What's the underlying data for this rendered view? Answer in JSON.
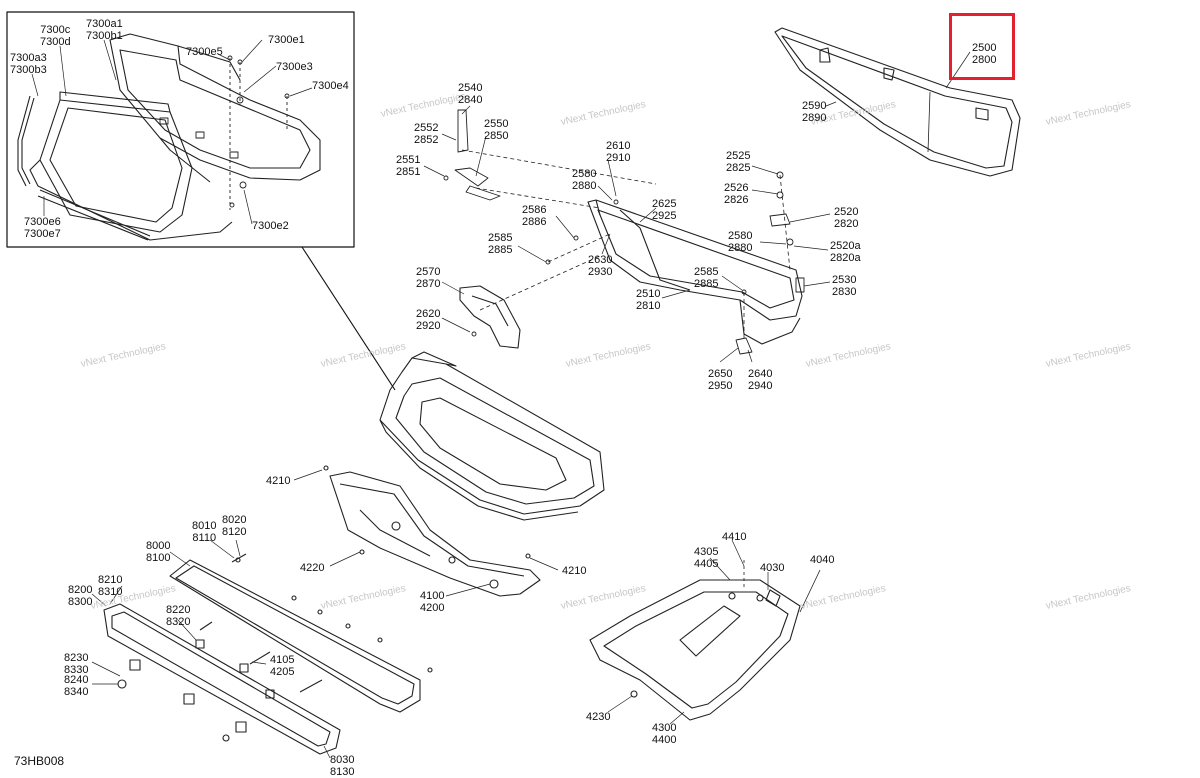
{
  "diagram_code": "73HB008",
  "watermark_line1": "vNext",
  "watermark_line2": "Technologies",
  "highlight_color": "#e3202b",
  "callouts": {
    "c7300c": [
      "7300c",
      "7300d"
    ],
    "c7300a1": [
      "7300a1",
      "7300b1"
    ],
    "c7300a3": [
      "7300a3",
      "7300b3"
    ],
    "c7300e5": [
      "7300e5"
    ],
    "c7300e1": [
      "7300e1"
    ],
    "c7300e3": [
      "7300e3"
    ],
    "c7300e4": [
      "7300e4"
    ],
    "c7300e6": [
      "7300e6",
      "7300e7"
    ],
    "c7300e2": [
      "7300e2"
    ],
    "c2500": [
      "2500",
      "2800"
    ],
    "c2590": [
      "2590",
      "2890"
    ],
    "c2540": [
      "2540",
      "2840"
    ],
    "c2552": [
      "2552",
      "2852"
    ],
    "c2550": [
      "2550",
      "2850"
    ],
    "c2551": [
      "2551",
      "2851"
    ],
    "c2610": [
      "2610",
      "2910"
    ],
    "c2580a": [
      "2580",
      "2880"
    ],
    "c2586": [
      "2586",
      "2886"
    ],
    "c2625": [
      "2625",
      "2925"
    ],
    "c2585a": [
      "2585",
      "2885"
    ],
    "c2630": [
      "2630",
      "2930"
    ],
    "c2525": [
      "2525",
      "2825"
    ],
    "c2526": [
      "2526",
      "2826"
    ],
    "c2520": [
      "2520",
      "2820"
    ],
    "c2580b": [
      "2580",
      "2880"
    ],
    "c2520a": [
      "2520a",
      "2820a"
    ],
    "c2530": [
      "2530",
      "2830"
    ],
    "c2585b": [
      "2585",
      "2885"
    ],
    "c2510": [
      "2510",
      "2810"
    ],
    "c2570": [
      "2570",
      "2870"
    ],
    "c2620": [
      "2620",
      "2920"
    ],
    "c2650": [
      "2650",
      "2950"
    ],
    "c2640": [
      "2640",
      "2940"
    ],
    "c4210a": [
      "4210"
    ],
    "c4210b": [
      "4210"
    ],
    "c4220": [
      "4220"
    ],
    "c4100": [
      "4100",
      "4200"
    ],
    "c8010": [
      "8010",
      "8110"
    ],
    "c8020": [
      "8020",
      "8120"
    ],
    "c8000": [
      "8000",
      "8100"
    ],
    "c8210": [
      "8210",
      "8310"
    ],
    "c8200": [
      "8200",
      "8300"
    ],
    "c8220": [
      "8220",
      "8320"
    ],
    "c4105": [
      "4105",
      "4205"
    ],
    "c8230": [
      "8230",
      "8330"
    ],
    "c8240": [
      "8240",
      "8340"
    ],
    "c8030": [
      "8030",
      "8130"
    ],
    "c4410": [
      "4410"
    ],
    "c4305": [
      "4305",
      "4405"
    ],
    "c4030": [
      "4030"
    ],
    "c4040": [
      "4040"
    ],
    "c4230": [
      "4230"
    ],
    "c4300": [
      "4300",
      "4400"
    ]
  }
}
